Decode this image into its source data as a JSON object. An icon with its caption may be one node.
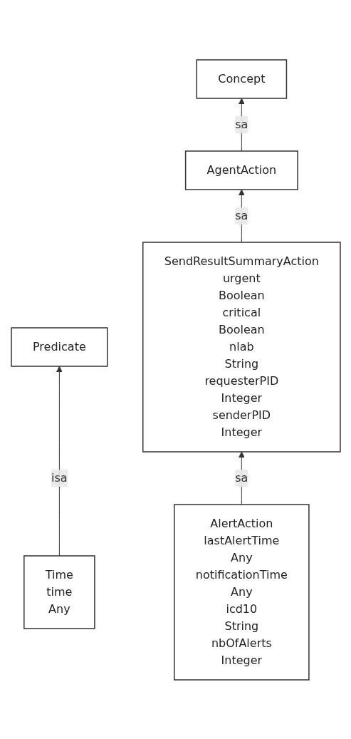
{
  "diagram": {
    "nodes": [
      {
        "text": [
          "Concept"
        ]
      },
      {
        "text": [
          "Predicate"
        ]
      },
      {
        "text": [
          "AgentAction"
        ]
      },
      {
        "text": [
          "Time",
          "time",
          "Any"
        ]
      },
      {
        "text": [
          "SendResultSummaryAction",
          "urgent",
          "Boolean",
          "critical",
          "Boolean",
          "nlab",
          "String",
          "requesterPID",
          "Integer",
          "senderPID",
          "Integer"
        ]
      },
      {
        "text": [
          "AlertAction",
          "lastAlertTime",
          "Any",
          "notificationTime",
          "Any",
          "icd10",
          "String",
          "nbOfAlerts",
          "Integer"
        ]
      }
    ],
    "edges": [
      {
        "from": 2,
        "to": 0,
        "arrow": "to",
        "label": "sa"
      },
      {
        "from": 3,
        "to": 1,
        "arrow": "to",
        "label": "isa"
      },
      {
        "from": 4,
        "to": 2,
        "arrow": "to",
        "label": "sa"
      },
      {
        "from": 5,
        "to": 4,
        "arrow": "to",
        "label": "sa"
      }
    ]
  }
}
